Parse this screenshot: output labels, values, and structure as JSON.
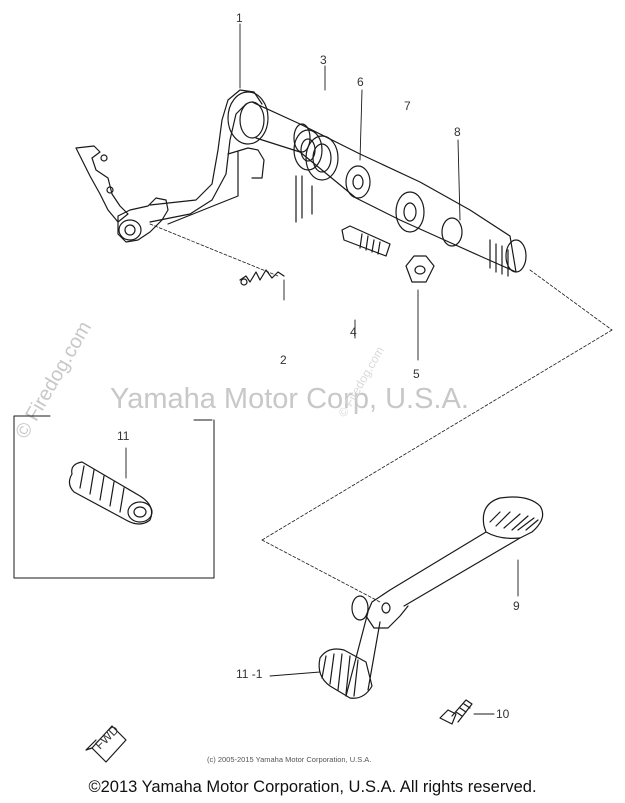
{
  "watermarks": {
    "center": "Yamaha Motor Corp, U.S.A.",
    "side": "© Firedog.com",
    "small": "© Firedog.com"
  },
  "parts": {
    "p1": "1",
    "p2": "2",
    "p3": "3",
    "p4": "4",
    "p5": "5",
    "p6": "6",
    "p7": "7",
    "p8": "8",
    "p9": "9",
    "p10": "10",
    "p11": "11",
    "p11_1": "11 -1"
  },
  "fwd_label": "FWD",
  "caption": "(c) 2005-2015 Yamaha Motor Corporation, U.S.A.",
  "copyright": "©2013 Yamaha Motor Corporation, U.S.A. All rights reserved.",
  "colors": {
    "line": "#1a1a1a",
    "watermark": "#c8c8c8"
  }
}
